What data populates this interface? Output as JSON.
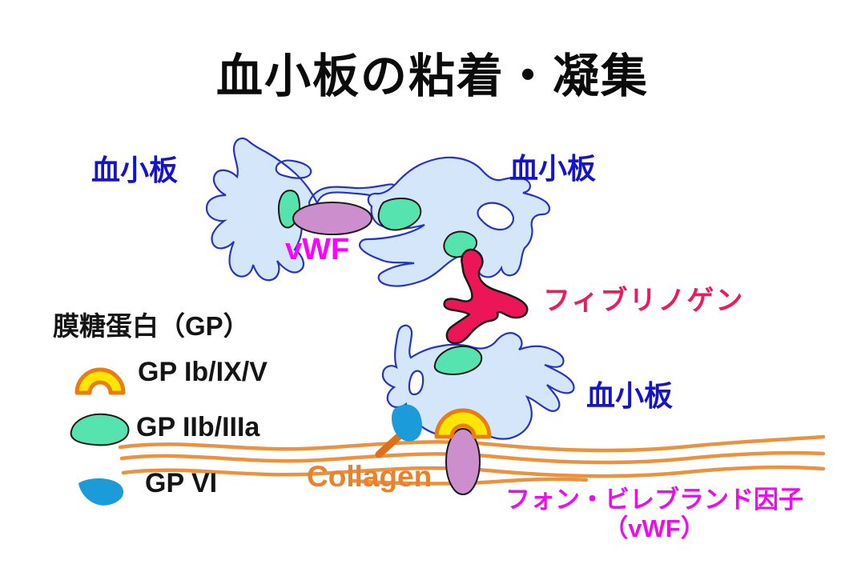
{
  "title": "血小板の粘着・凝集",
  "platelet_labels": {
    "top_left": "血小板",
    "top_right": "血小板",
    "bottom": "血小板"
  },
  "annotations": {
    "vwf_short": "vWF",
    "fibrinogen": "フィブリノゲン",
    "collagen": "Collagen",
    "vwf_full_line1": "フォン・ビレブランド因子",
    "vwf_full_line2": "（vWF）"
  },
  "legend": {
    "title": "膜糖蛋白（GP）",
    "items": [
      {
        "label": "GP Ib/IX/V",
        "icon": "gp1b-arch-icon"
      },
      {
        "label": "GP IIb/IIIa",
        "icon": "gp2b3a-blob-icon"
      },
      {
        "label": "GP VI",
        "icon": "gp6-wedge-icon"
      }
    ]
  },
  "colors": {
    "platelet_fill": "#D4E7FA",
    "platelet_outline": "#2433C9",
    "gp2b3a_teal": "#57E3B0",
    "outline_black": "#1A1A1A",
    "vwf_plum": "#CD8ECD",
    "fibrinogen_red": "#EC1557",
    "collagen_orange": "#EC913D",
    "collagen_stick_orange": "#E06F1A",
    "gp6_blue": "#1B9BD8",
    "gp1b_yellow": "#FFE604",
    "gp1b_outline": "#E87D12",
    "title_text": "#0B0B0B",
    "platelet_text": "#1414CE",
    "vwf_text": "#FF00FF",
    "fibrinogen_text": "#ED1A5E",
    "collagen_text": "#E8822F",
    "vwf_full_text": "#EE0CEE",
    "legend_text": "#141414"
  }
}
